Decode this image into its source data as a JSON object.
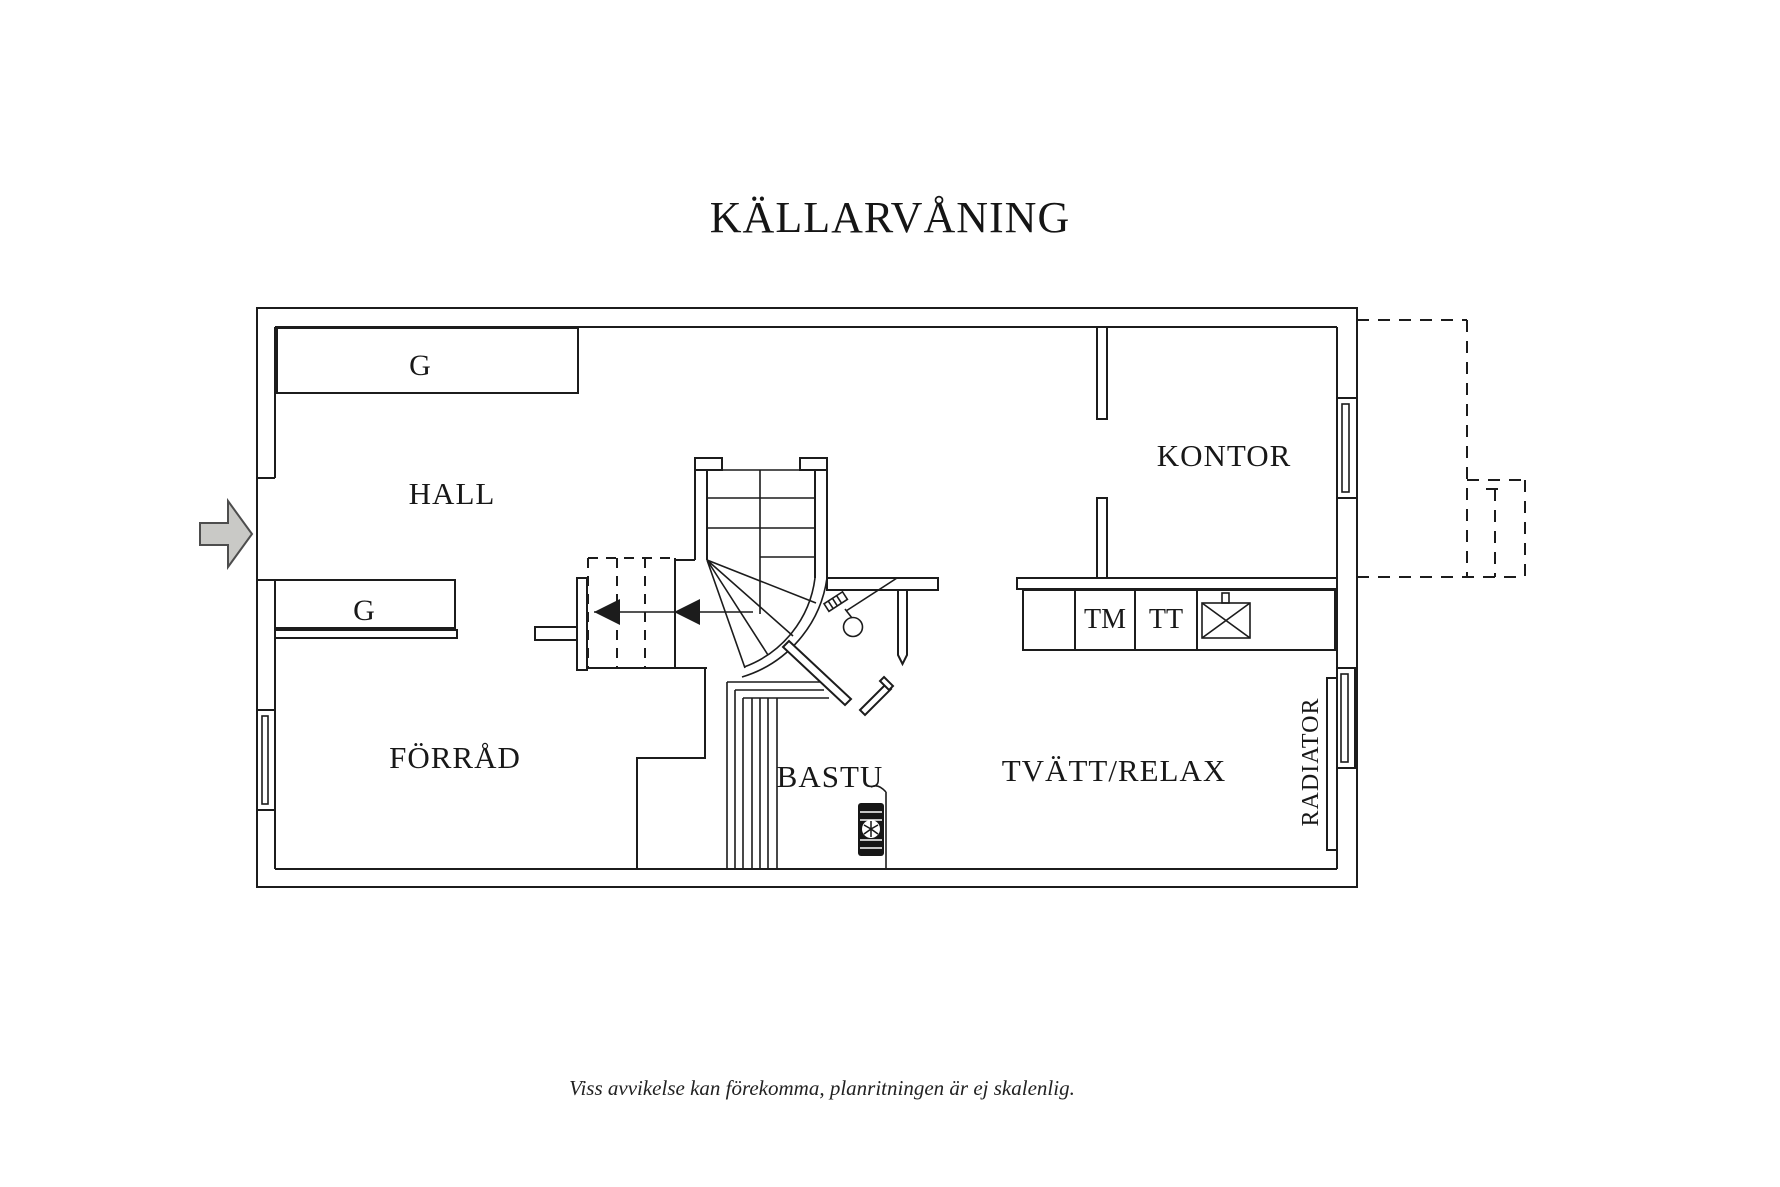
{
  "title": "KÄLLARVÅNING",
  "rooms": {
    "hall": "HALL",
    "kontor": "KONTOR",
    "forrad": "FÖRRÅD",
    "bastu": "BASTU",
    "tvatt_relax": "TVÄTT/RELAX"
  },
  "fixtures": {
    "closet_upper": "G",
    "closet_lower": "G",
    "washing_machine": "TM",
    "tumble_dryer": "TT",
    "radiator": "RADIATOR"
  },
  "disclaimer": "Viss avvikelse kan förekomma, planritningen är ej skalenlig.",
  "icons": {
    "entrance_arrow": "entrance-direction-arrow",
    "stair_arrow": "stair-direction-arrow",
    "sauna_heater": "sauna-heater",
    "shower": "shower-fixture",
    "washbasin": "washbasin-sink",
    "window": "window-symbol"
  },
  "colors": {
    "line": "#1c1c1c",
    "background": "#ffffff",
    "arrow_fill": "#c9c9c6",
    "arrow_stroke": "#4d4d4d",
    "heater_fill": "#161616"
  }
}
